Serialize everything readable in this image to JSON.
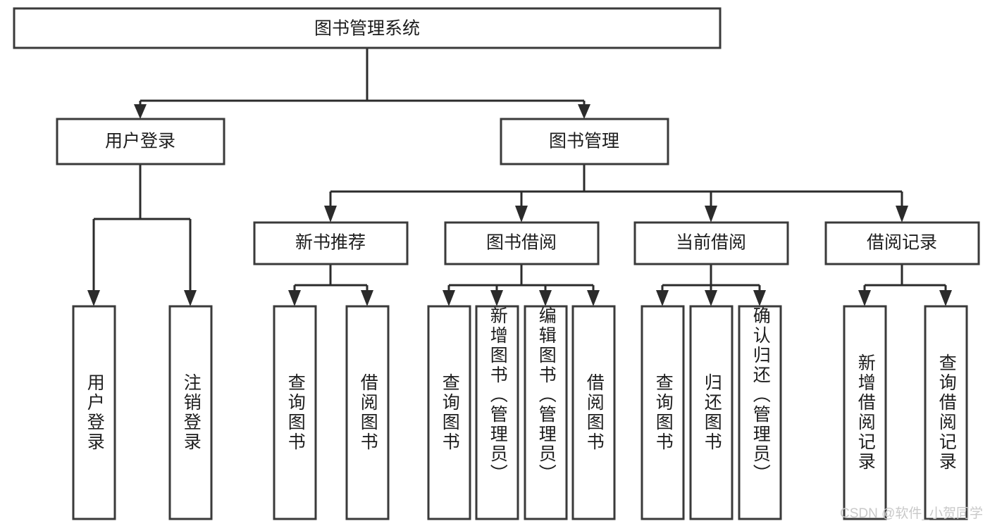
{
  "diagram": {
    "type": "tree",
    "title": "图书管理系统",
    "watermark": "CSDN @软件_小贺同学",
    "colors": {
      "box_stroke": "#3a3a3a",
      "connector": "#2b2b2b",
      "text": "#1d1d1d",
      "background": "#ffffff",
      "watermark": "#c9c9c9"
    },
    "root": {
      "label": "图书管理系统"
    },
    "level2": [
      {
        "label": "用户登录"
      },
      {
        "label": "图书管理"
      }
    ],
    "level3": [
      {
        "label": "新书推荐"
      },
      {
        "label": "图书借阅"
      },
      {
        "label": "当前借阅"
      },
      {
        "label": "借阅记录"
      }
    ],
    "leaves": [
      {
        "label": "用户登录",
        "parent": "用户登录"
      },
      {
        "label": "注销登录",
        "parent": "用户登录"
      },
      {
        "label": "查询图书",
        "parent": "新书推荐"
      },
      {
        "label": "借阅图书",
        "parent": "新书推荐"
      },
      {
        "label": "查询图书",
        "parent": "图书借阅"
      },
      {
        "label": "新增图书（管理员）",
        "parent": "图书借阅"
      },
      {
        "label": "编辑图书（管理员）",
        "parent": "图书借阅"
      },
      {
        "label": "借阅图书",
        "parent": "图书借阅"
      },
      {
        "label": "查询图书",
        "parent": "当前借阅"
      },
      {
        "label": "归还图书",
        "parent": "当前借阅"
      },
      {
        "label": "确认归还（管理员）",
        "parent": "当前借阅"
      },
      {
        "label": "新增借阅记录",
        "parent": "借阅记录"
      },
      {
        "label": "查询借阅记录",
        "parent": "借阅记录"
      }
    ]
  }
}
